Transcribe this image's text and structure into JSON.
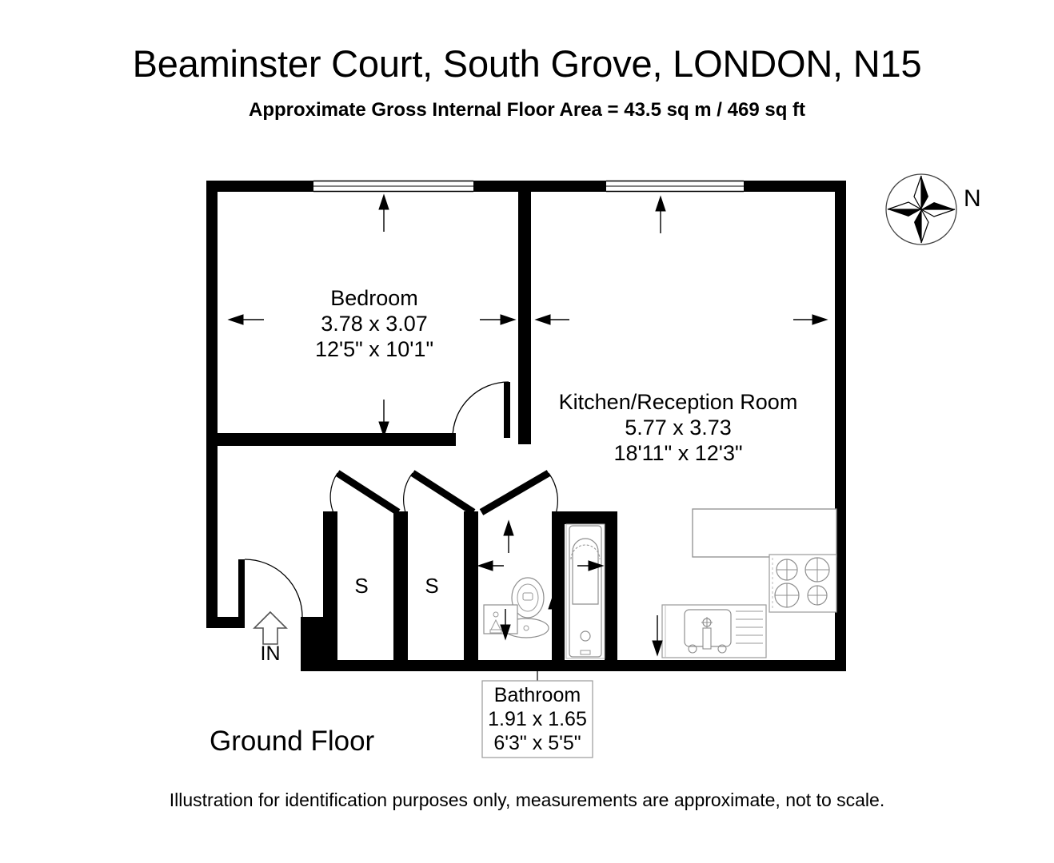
{
  "header": {
    "title": "Beaminster Court, South Grove, LONDON, N15",
    "subtitle": "Approximate Gross Internal Floor Area = 43.5 sq m / 469 sq ft"
  },
  "floor": {
    "label": "Ground Floor"
  },
  "footer": {
    "disclaimer": "Illustration for identification purposes only, measurements are approximate, not to scale."
  },
  "compass": {
    "north_label": "N",
    "icon": "compass-rose-icon"
  },
  "entrance": {
    "label": "IN",
    "icon": "entrance-arrow-icon"
  },
  "rooms": [
    {
      "id": "bedroom",
      "name": "Bedroom",
      "metric": "3.78 x 3.07",
      "imperial": "12'5\" x 10'1\""
    },
    {
      "id": "kitchen-reception",
      "name": "Kitchen/Reception Room",
      "metric": "5.77 x 3.73",
      "imperial": "18'11\" x 12'3\""
    },
    {
      "id": "bathroom",
      "name": "Bathroom",
      "metric": "1.91 x 1.65",
      "imperial": "6'3\" x 5'5\""
    }
  ],
  "storage": [
    {
      "id": "storage-1",
      "label": "S"
    },
    {
      "id": "storage-2",
      "label": "S"
    }
  ],
  "fixtures": [
    {
      "id": "bathtub",
      "icon": "bathtub-icon"
    },
    {
      "id": "toilet",
      "icon": "toilet-icon"
    },
    {
      "id": "washbasin",
      "icon": "washbasin-icon"
    },
    {
      "id": "kitchen-sink",
      "icon": "kitchen-sink-icon"
    },
    {
      "id": "hob",
      "icon": "hob-icon"
    },
    {
      "id": "worktop",
      "icon": "worktop-icon"
    }
  ],
  "colors": {
    "wall": "#000000",
    "background": "#ffffff",
    "fixture_stroke": "#999999",
    "text": "#000000"
  }
}
